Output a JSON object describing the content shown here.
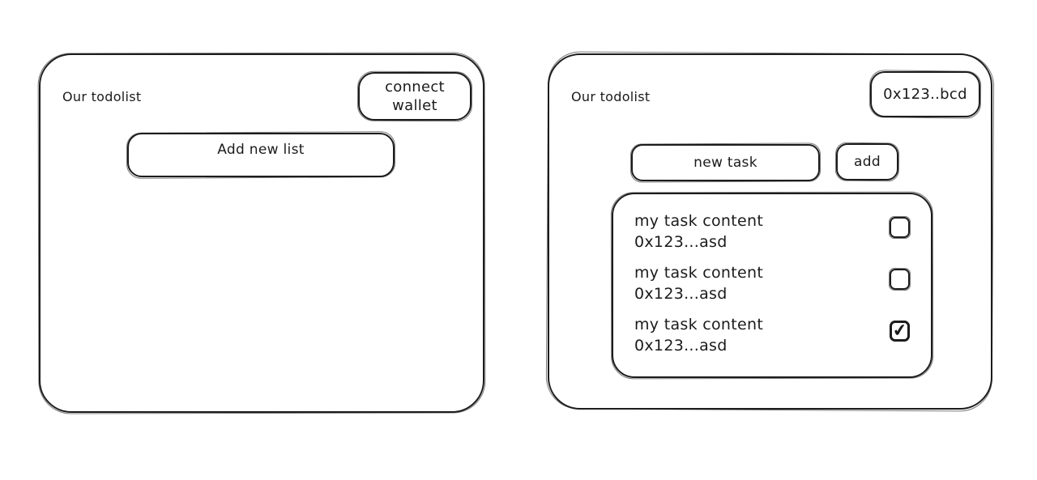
{
  "left_panel": {
    "title": "Our todolist",
    "connect_wallet_label": "connect wallet",
    "add_new_list_label": "Add new list"
  },
  "right_panel": {
    "title": "Our todolist",
    "wallet_address_label": "0x123..bcd",
    "new_task_placeholder": "new task",
    "add_button_label": "add",
    "check_glyph": "✔",
    "tasks": [
      {
        "content": "my task content",
        "address": "0x123...asd",
        "checked": false
      },
      {
        "content": "my task content",
        "address": "0x123...asd",
        "checked": false
      },
      {
        "content": "my task content",
        "address": "0x123...asd",
        "checked": true
      }
    ]
  },
  "colors": {
    "stroke": "#1c1c1c",
    "background": "#ffffff"
  }
}
